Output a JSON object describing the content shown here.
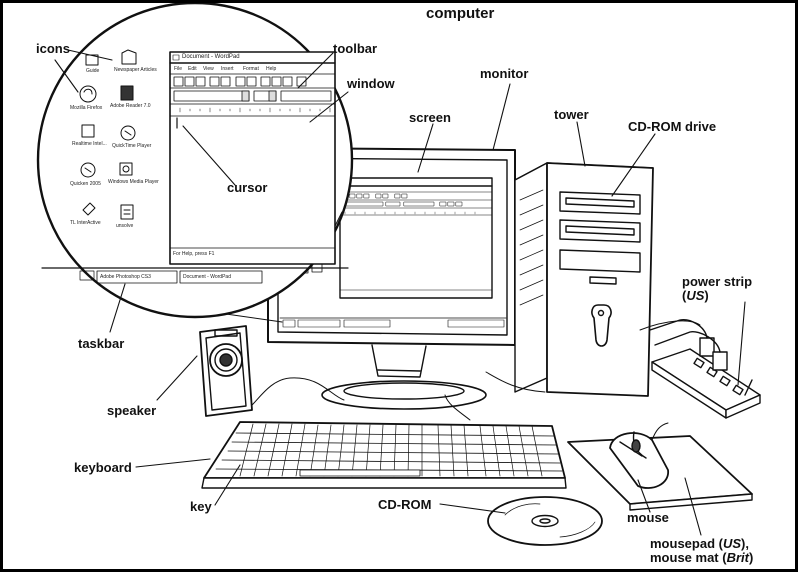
{
  "title": "computer",
  "labels": {
    "icons": "icons",
    "toolbar": "toolbar",
    "window": "window",
    "monitor": "monitor",
    "screen": "screen",
    "tower": "tower",
    "cdrom_drive": "CD-ROM drive",
    "cursor": "cursor",
    "power_strip": "power strip",
    "power_strip_note": "US",
    "taskbar": "taskbar",
    "speaker": "speaker",
    "keyboard": "keyboard",
    "key": "key",
    "cd_rom": "CD-ROM",
    "mouse": "mouse",
    "mousepad": "mousepad",
    "mousepad_note_us": "US",
    "mousepad_alt": "mouse mat",
    "mousepad_note_brit": "Brit"
  },
  "inset": {
    "window_title": "Document - WordPad",
    "menu": [
      "File",
      "Edit",
      "View",
      "Insert",
      "Format",
      "Help"
    ],
    "status": "For Help, press F1",
    "desktop_icons": [
      "Guide",
      "Newspaper Articles",
      "Mozilla Firefox",
      "Adobe Reader 7.0",
      "Realtime Intel...",
      "QuickTime Player",
      "Quicken 2005",
      "Windows Media Player",
      "TL InterActive",
      "unsolve"
    ],
    "taskbar_items": [
      "Adobe Photoshop CS3",
      "Document - WordPad"
    ]
  }
}
